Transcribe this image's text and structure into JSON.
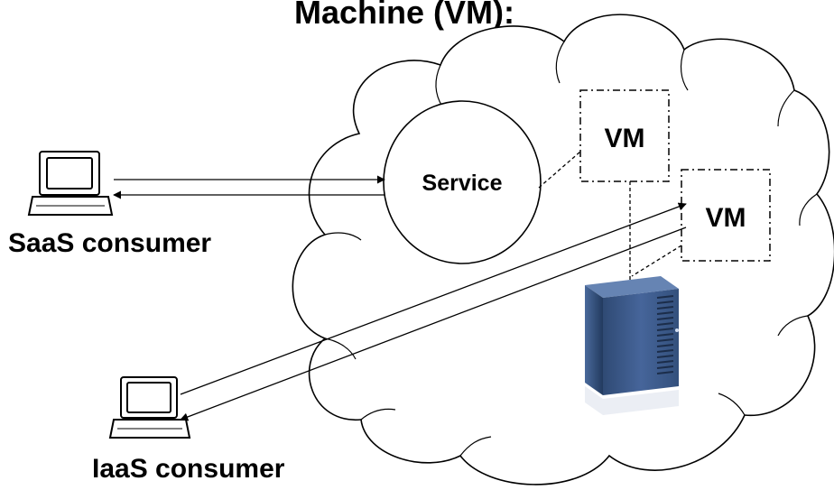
{
  "title": "Machine (VM):",
  "cloud": {
    "service_label": "Service",
    "vm_labels": [
      "VM",
      "VM"
    ]
  },
  "consumers": {
    "saas_label": "SaaS consumer",
    "iaas_label": "IaaS consumer"
  },
  "icons": [
    "laptop-icon",
    "laptop-icon",
    "server-icon",
    "cloud-icon"
  ],
  "colors": {
    "server_body": "#3e5b86",
    "server_side": "#2c4468",
    "server_top": "#5a7aa8",
    "line": "#000000"
  }
}
